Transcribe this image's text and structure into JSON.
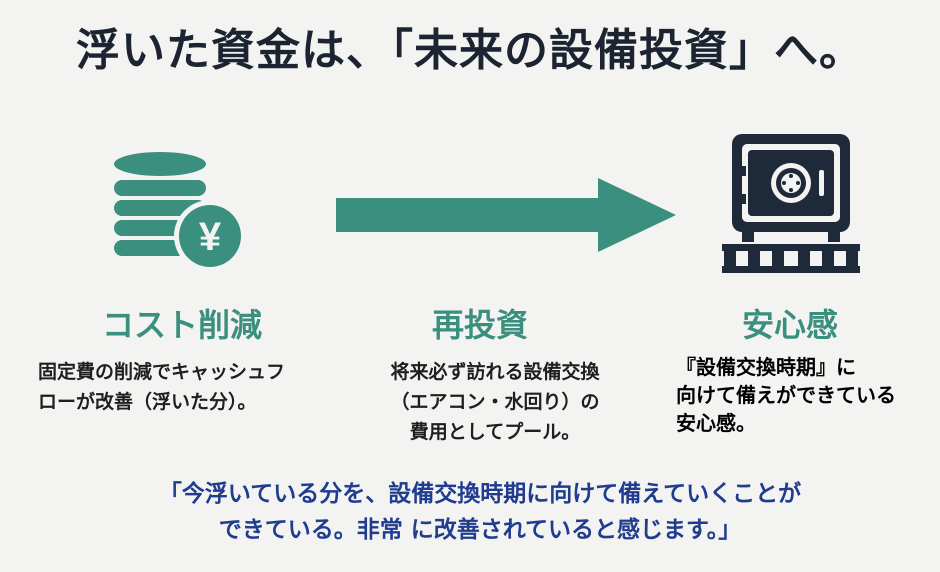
{
  "title": "浮いた資金は、「未来の設備投資」へ。",
  "columns": [
    {
      "heading": "コスト削減",
      "description": "固定費の削減でキャッシュフ\nローが改善（浮いた分）。",
      "icon": "yen-coins-icon"
    },
    {
      "heading": "再投資",
      "description": "将来必ず訪れる設備交換\n（エアコン・水回り）の\n費用としてプール。",
      "icon": "right-arrow-icon"
    },
    {
      "heading": "安心感",
      "description": "『設備交換時期』に\n向けて備えができている\n安心感。",
      "icon": "safe-icon"
    }
  ],
  "quote": "「今浮いている分を、設備交換時期に向けて備えていくことが\nできている。非常 に改善されていると感じます。」",
  "colors": {
    "title": "#1b2430",
    "accent": "#3b8f7e",
    "icon_dark": "#1e2a3a",
    "quote": "#1f3c8f",
    "background": "#f3f3f1"
  }
}
